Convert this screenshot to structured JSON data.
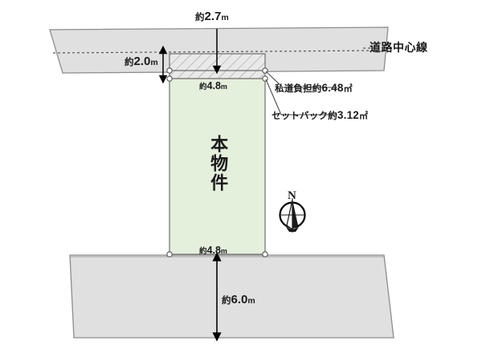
{
  "diagram": {
    "type": "land-plot-survey",
    "title_label": "本物件",
    "road": {
      "centerline_label": "道路中心線",
      "top_dimension": {
        "prefix": "約",
        "value": "2.7",
        "unit": "m",
        "full": "約2.7m"
      },
      "left_dimension": {
        "prefix": "約",
        "value": "2.0",
        "unit": "m",
        "full": "約2.0m"
      }
    },
    "parcel": {
      "top_width": {
        "prefix": "約",
        "value": "4.8",
        "unit": "m",
        "full": "約4.8m"
      },
      "bottom_width": {
        "prefix": "約",
        "value": "4.8",
        "unit": "m",
        "full": "約4.8m"
      },
      "bottom_dimension": {
        "prefix": "約",
        "value": "6.0",
        "unit": "m",
        "full": "約6.0m"
      }
    },
    "annotations": [
      {
        "name": "private-road-burden",
        "prefix": "私道負担約",
        "value": "6.48",
        "unit": "㎡",
        "full": "私道負担約6.48㎡"
      },
      {
        "name": "setback",
        "prefix": "セットバック約",
        "value": "3.12",
        "unit": "㎡",
        "full": "セットバック約3.12㎡"
      }
    ],
    "compass": {
      "north_label": "N"
    },
    "colors": {
      "parcel_fill": "#e4efdc",
      "road_fill": "#e0e0e0",
      "hatch_fill": "#e8e8e8",
      "outline": "#808080",
      "dim_line": "#000000",
      "text": "#1a1a1a"
    }
  }
}
